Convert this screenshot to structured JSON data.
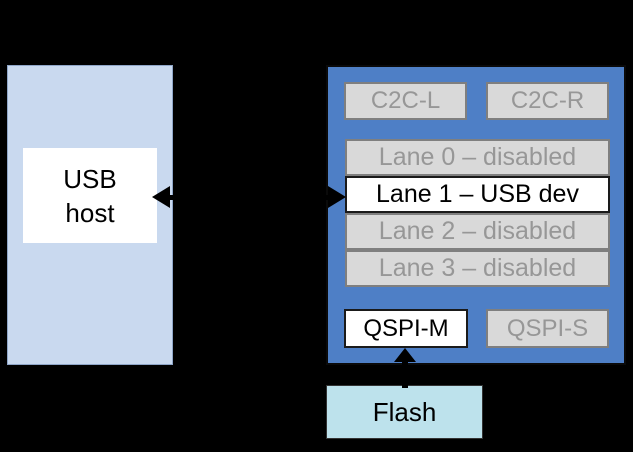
{
  "diagram": {
    "host": {
      "box": {
        "line1": "USB",
        "line2": "host"
      }
    },
    "soc": {
      "c2c_left": "C2C-L",
      "c2c_right": "C2C-R",
      "lanes": [
        {
          "label": "Lane 0 – disabled",
          "state": "disabled"
        },
        {
          "label": "Lane 1 – USB dev",
          "state": "active"
        },
        {
          "label": "Lane 2 – disabled",
          "state": "disabled"
        },
        {
          "label": "Lane 3 – disabled",
          "state": "disabled"
        }
      ],
      "qspi_master": "QSPI-M",
      "qspi_slave": "QSPI-S"
    },
    "flash": {
      "label": "Flash"
    },
    "arrows": [
      {
        "name": "usb-bidirectional-arrow",
        "direction": "both",
        "color": "#000000"
      },
      {
        "name": "flash-to-qspi-arrow",
        "direction": "up",
        "color": "#000000"
      }
    ],
    "colors": {
      "background": "#000000",
      "host_panel_fill": "#C9D9EF",
      "host_panel_border": "#8FA6C8",
      "soc_fill": "#4E7FC6",
      "disabled_fill": "#D9D9D9",
      "disabled_border": "#7F7F7F",
      "disabled_text": "#979797",
      "active_fill": "#FFFFFF",
      "active_text": "#000000",
      "flash_fill": "#BDE2EC",
      "arrow": "#000000"
    }
  }
}
